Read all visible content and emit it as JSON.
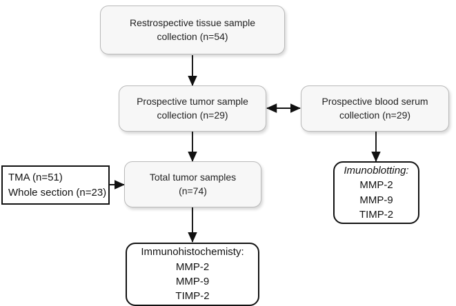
{
  "diagram": {
    "type": "flowchart",
    "title": "Study sample collection and analysis workflow",
    "colors": {
      "process_fill": "#f7f7f7",
      "process_border": "#b9b9b9",
      "outline_box_fill": "#ffffff",
      "outline_box_border": "#111111",
      "edge": "#111111",
      "background": "#ffffff"
    },
    "nodes": [
      {
        "id": "retrospective-tissue",
        "style": "rounded-gray",
        "lines": [
          "Restrospective tissue sample",
          "collection (n=54)"
        ]
      },
      {
        "id": "prospective-tumor",
        "style": "rounded-gray",
        "lines": [
          "Prospective tumor sample",
          "collection (n=29)"
        ]
      },
      {
        "id": "prospective-blood-serum",
        "style": "rounded-gray",
        "lines": [
          "Prospective blood serum",
          "collection (n=29)"
        ]
      },
      {
        "id": "tma-whole-section",
        "style": "outlined-white-sharp",
        "lines": [
          "TMA (n=51)",
          "Whole section (n=23)"
        ]
      },
      {
        "id": "total-tumor-samples",
        "style": "rounded-gray",
        "lines": [
          "Total tumor samples",
          "(n=74)"
        ]
      },
      {
        "id": "immunoblotting",
        "style": "outlined-white-rounded",
        "lines": [
          "Imunoblotting:",
          "MMP-2",
          "MMP-9",
          "TIMP-2"
        ]
      },
      {
        "id": "immunohistochemistry",
        "style": "outlined-white-rounded",
        "lines": [
          "Immunohistochemisty:",
          "MMP-2",
          "MMP-9",
          "TIMP-2"
        ]
      }
    ],
    "edges": [
      {
        "id": "e1",
        "from": "retrospective-tissue",
        "to": "prospective-tumor",
        "arrow": "single"
      },
      {
        "id": "e2",
        "from": "prospective-tumor",
        "to": "prospective-blood-serum",
        "arrow": "double"
      },
      {
        "id": "e3",
        "from": "prospective-tumor",
        "to": "total-tumor-samples",
        "arrow": "single"
      },
      {
        "id": "e4",
        "from": "tma-whole-section",
        "to": "total-tumor-samples",
        "arrow": "single"
      },
      {
        "id": "e5",
        "from": "prospective-blood-serum",
        "to": "immunoblotting",
        "arrow": "single"
      },
      {
        "id": "e6",
        "from": "total-tumor-samples",
        "to": "immunohistochemistry",
        "arrow": "single"
      }
    ]
  },
  "text": {
    "retrospective_tissue": {
      "line1": "Restrospective tissue sample",
      "line2": "collection (n=54)"
    },
    "prospective_tumor": {
      "line1": "Prospective tumor sample",
      "line2": "collection (n=29)"
    },
    "prospective_blood_serum": {
      "line1": "Prospective blood serum",
      "line2": "collection (n=29)"
    },
    "tma_whole_section": {
      "line1": "TMA (n=51)",
      "line2": "Whole section (n=23)"
    },
    "total_tumor_samples": {
      "line1": "Total tumor samples",
      "line2": "(n=74)"
    },
    "immunoblotting": {
      "heading": "Imunoblotting:",
      "marker1": "MMP-2",
      "marker2": "MMP-9",
      "marker3": "TIMP-2"
    },
    "immunohistochemistry": {
      "heading": "Immunohistochemisty:",
      "marker1": "MMP-2",
      "marker2": "MMP-9",
      "marker3": "TIMP-2"
    }
  }
}
